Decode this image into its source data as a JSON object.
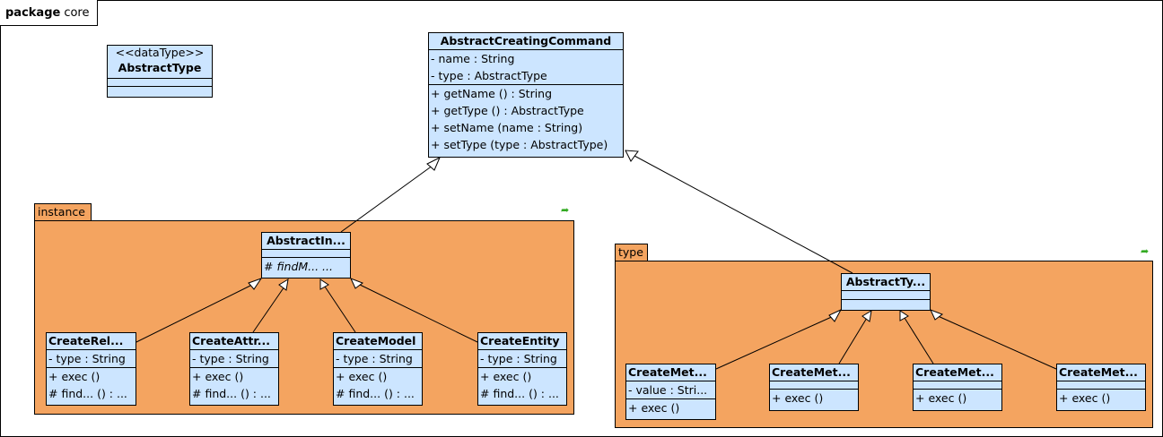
{
  "frame": {
    "keyword": "package",
    "name": "core"
  },
  "datatype": {
    "stereotype": "<<dataType>>",
    "name": "AbstractType"
  },
  "base": {
    "name": "AbstractCreatingCommand",
    "attrs": [
      "- name  : String",
      "- type  : AbstractType"
    ],
    "ops": [
      "+ getName () : String",
      "+ getType () : AbstractType",
      "+ setName (name : String)",
      "+ setType (type : AbstractType)"
    ]
  },
  "pkg_instance": {
    "label": "instance",
    "abstract": {
      "name": "AbstractIn...",
      "op": "# findM...        ..."
    },
    "classes": [
      {
        "name": "CreateRel...",
        "attr": "- type  : String",
        "ops": [
          "+ exec ()",
          "# find...  () : ..."
        ]
      },
      {
        "name": "CreateAttr...",
        "attr": "- type  : String",
        "ops": [
          "+ exec ()",
          "# find...  () : ..."
        ]
      },
      {
        "name": "CreateModel",
        "attr": "- type  : String",
        "ops": [
          "+ exec ()",
          "# find...  () : ..."
        ]
      },
      {
        "name": "CreateEntity",
        "attr": "- type  : String",
        "ops": [
          "+ exec ()",
          "# find...  () : ..."
        ]
      }
    ]
  },
  "pkg_type": {
    "label": "type",
    "abstract": {
      "name": "AbstractTy..."
    },
    "classes": [
      {
        "name": "CreateMet...",
        "attr": "- value  : Stri...",
        "op": "+ exec ()"
      },
      {
        "name": "CreateMet...",
        "op": "+ exec ()"
      },
      {
        "name": "CreateMet...",
        "op": "+ exec ()"
      },
      {
        "name": "CreateMet...",
        "op": "+ exec ()"
      }
    ]
  },
  "icons": {
    "pkg_link": "green-arrow-icon"
  }
}
